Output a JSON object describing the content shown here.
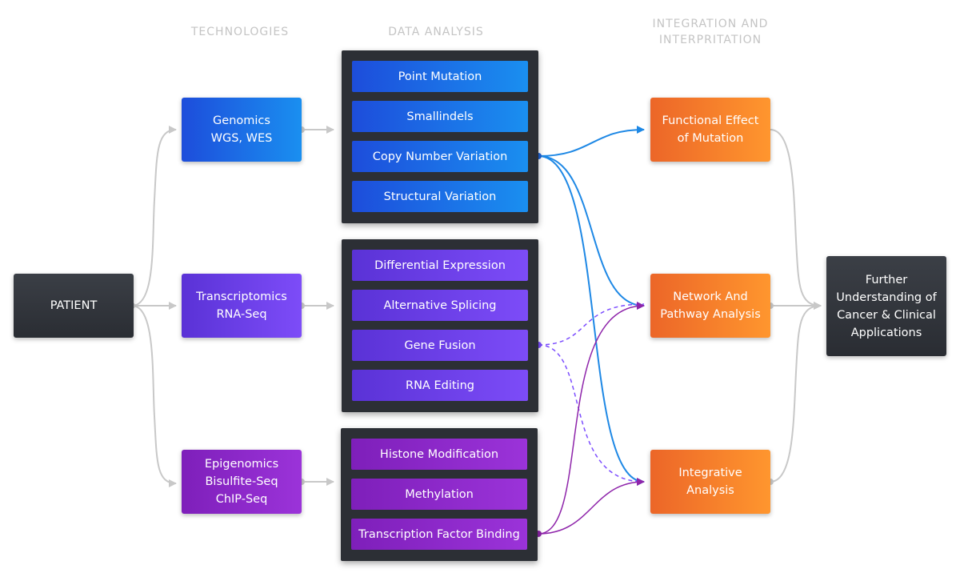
{
  "headers": {
    "technologies": "TECHNOLOGIES",
    "data_analysis": "DATA ANALYSIS",
    "integration_line1": "INTEGRATION AND",
    "integration_line2": "INTERPRITATION"
  },
  "patient": {
    "label": "PATIENT"
  },
  "technologies": [
    {
      "line1": "Genomics",
      "line2": "WGS, WES"
    },
    {
      "line1": "Transcriptomics",
      "line2": "RNA-Seq"
    },
    {
      "line1": "Epigenomics",
      "line2": "Bisulfite-Seq",
      "line3": "ChIP-Seq"
    }
  ],
  "analysis": {
    "genomics": [
      "Point Mutation",
      "Smallindels",
      "Copy Number Variation",
      "Structural Variation"
    ],
    "transcriptomics": [
      "Differential Expression",
      "Alternative Splicing",
      "Gene Fusion",
      "RNA Editing"
    ],
    "epigenomics": [
      "Histone Modification",
      "Methylation",
      "Transcription Factor Binding"
    ]
  },
  "integration": [
    {
      "line1": "Functional Effect",
      "line2": "of Mutation"
    },
    {
      "line1": "Network And",
      "line2": "Pathway Analysis"
    },
    {
      "line1": "Integrative",
      "line2": "Analysis"
    }
  ],
  "outcome": {
    "line1": "Further",
    "line2": "Understanding of",
    "line3": "Cancer & Clinical",
    "line4": "Applications"
  },
  "colors": {
    "connector_gray": "#c8c8c8",
    "genomics_blue": "#1e88e5",
    "transcriptomics_purple": "#7c4dff",
    "epigenomics_violet": "#8e24aa",
    "integration_orange": "#f57c28",
    "dark_node": "#2c2f35"
  }
}
